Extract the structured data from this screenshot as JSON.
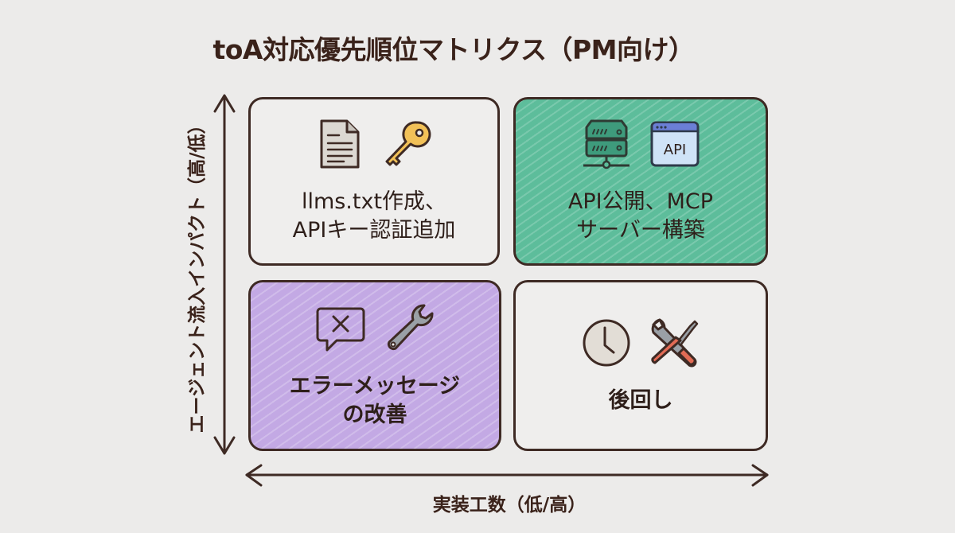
{
  "title": "toA対応優先順位マトリクス（PM向け）",
  "axes": {
    "y_label": "エージェント流入インパクト（高/低）",
    "x_label": "実装工数（低/高）"
  },
  "quadrants": {
    "top_left": {
      "lines": [
        "llms.txt作成、",
        "APIキー認証追加"
      ],
      "icons": [
        "document-icon",
        "key-icon"
      ],
      "color": "#efeeed"
    },
    "top_right": {
      "lines": [
        "API公開、MCP",
        "サーバー構築"
      ],
      "icons": [
        "server-icon",
        "api-window-icon"
      ],
      "icon_text": "API",
      "color": "#5dbd9b"
    },
    "bottom_left": {
      "lines": [
        "エラーメッセージ",
        "の改善"
      ],
      "icons": [
        "error-message-icon",
        "wrench-icon"
      ],
      "color": "#c3a9e4"
    },
    "bottom_right": {
      "lines": [
        "後回し"
      ],
      "icons": [
        "clock-icon",
        "tools-icon"
      ],
      "color": "#efeeed"
    }
  }
}
